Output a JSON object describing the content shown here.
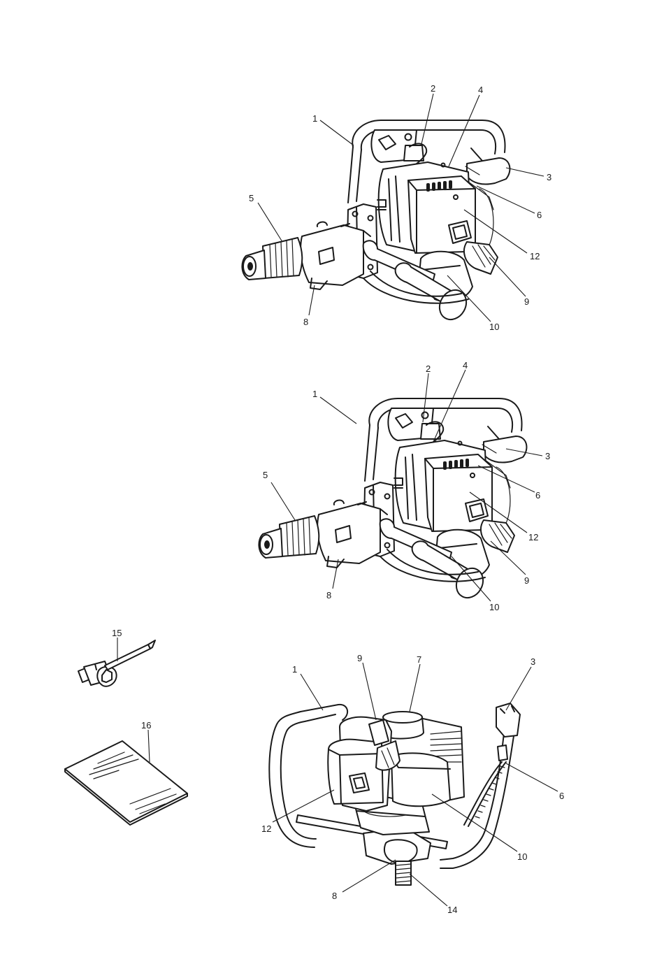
{
  "callouts": {
    "top": [
      {
        "id": "t1",
        "label": "1"
      },
      {
        "id": "t2",
        "label": "2"
      },
      {
        "id": "t4",
        "label": "4"
      },
      {
        "id": "t3",
        "label": "3"
      },
      {
        "id": "t5",
        "label": "5"
      },
      {
        "id": "t6",
        "label": "6"
      },
      {
        "id": "t12",
        "label": "12"
      },
      {
        "id": "t9",
        "label": "9"
      },
      {
        "id": "t8",
        "label": "8"
      },
      {
        "id": "t10",
        "label": "10"
      }
    ],
    "middle": [
      {
        "id": "m1",
        "label": "1"
      },
      {
        "id": "m2",
        "label": "2"
      },
      {
        "id": "m4",
        "label": "4"
      },
      {
        "id": "m3",
        "label": "3"
      },
      {
        "id": "m5",
        "label": "5"
      },
      {
        "id": "m6",
        "label": "6"
      },
      {
        "id": "m12",
        "label": "12"
      },
      {
        "id": "m9",
        "label": "9"
      },
      {
        "id": "m8",
        "label": "8"
      },
      {
        "id": "m10",
        "label": "10"
      }
    ],
    "bottom": [
      {
        "id": "b1",
        "label": "1"
      },
      {
        "id": "b9",
        "label": "9"
      },
      {
        "id": "b7",
        "label": "7"
      },
      {
        "id": "b3",
        "label": "3"
      },
      {
        "id": "b6",
        "label": "6"
      },
      {
        "id": "b12",
        "label": "12"
      },
      {
        "id": "b10",
        "label": "10"
      },
      {
        "id": "b8",
        "label": "8"
      },
      {
        "id": "b14",
        "label": "14"
      }
    ],
    "accessories": [
      {
        "id": "a15",
        "label": "15"
      },
      {
        "id": "a16",
        "label": "16"
      }
    ]
  }
}
